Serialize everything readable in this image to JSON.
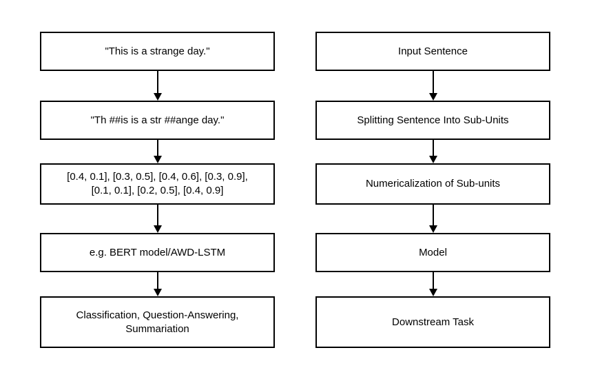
{
  "diagram": {
    "columns": [
      {
        "name": "example-pipeline",
        "nodes": [
          {
            "label": "\"This is a strange day.\""
          },
          {
            "label": "\"Th ##is is a str ##ange day.\""
          },
          {
            "label": "[0.4, 0.1], [0.3, 0.5], [0.4, 0.6], [0.3, 0.9],\n[0.1, 0.1], [0.2, 0.5], [0.4, 0.9]"
          },
          {
            "label": "e.g. BERT model/AWD-LSTM"
          },
          {
            "label": "Classification, Question-Answering,\nSummariation"
          }
        ]
      },
      {
        "name": "abstract-pipeline",
        "nodes": [
          {
            "label": "Input Sentence"
          },
          {
            "label": "Splitting Sentence Into Sub-Units"
          },
          {
            "label": "Numericalization of Sub-units"
          },
          {
            "label": "Model"
          },
          {
            "label": "Downstream Task"
          }
        ]
      }
    ]
  },
  "colors": {
    "border": "#000000",
    "text": "#000000",
    "background": "#ffffff"
  }
}
